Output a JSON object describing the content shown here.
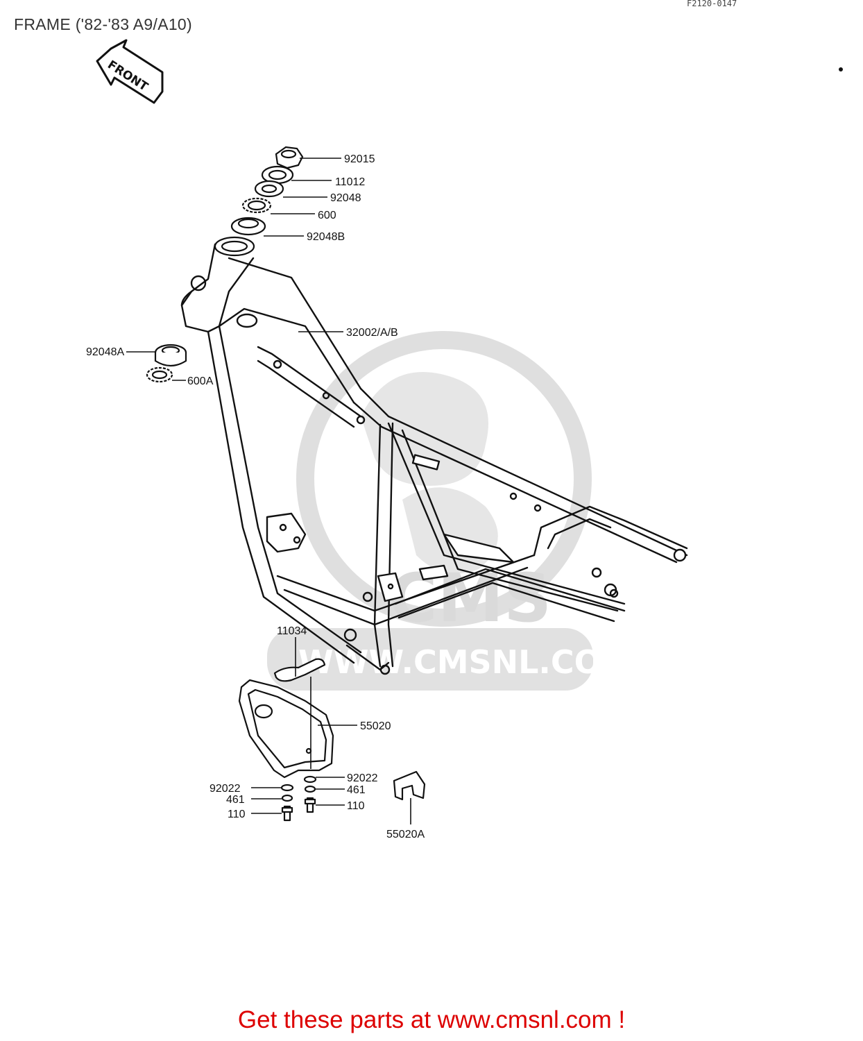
{
  "page": {
    "title": "FRAME ('82-'83 A9/A10)",
    "ref_code": "F2120-0147",
    "promo_text": "Get these parts at www.cmsnl.com !"
  },
  "diagram": {
    "front_arrow_label": "FRONT",
    "watermark": {
      "logo_text": "CMS",
      "url_text": "WWW.CMSNL.COM"
    },
    "callouts": {
      "c92015": "92015",
      "c11012": "11012",
      "c92048": "92048",
      "c600": "600",
      "c92048B": "92048B",
      "c32002": "32002/A/B",
      "c92048A": "92048A",
      "c600A": "600A",
      "c11034": "11034",
      "c55020": "55020",
      "c92022r": "92022",
      "c461r": "461",
      "c110r": "110",
      "c92022l": "92022",
      "c461l": "461",
      "c110l": "110",
      "c55020A": "55020A"
    }
  },
  "colors": {
    "line": "#111111",
    "watermark": "#d6d6d6",
    "promo": "#dd0000"
  }
}
